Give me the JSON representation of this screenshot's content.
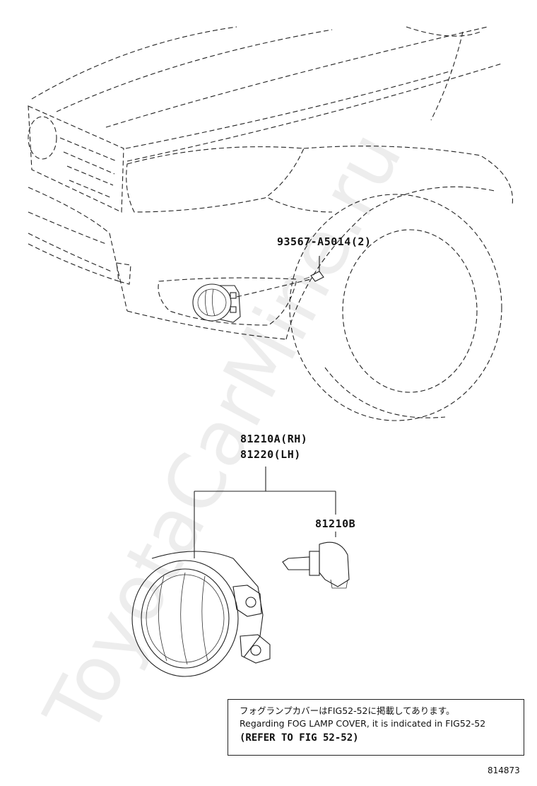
{
  "parts": {
    "bolt": "93567-A5014(2)",
    "fog_lamp_rh": "81210A(RH)",
    "fog_lamp_lh": "81220(LH)",
    "bulb": "81210B"
  },
  "note": {
    "line_jp": "フォグランプカバーはFIG52-52に掲載してあります。",
    "line_en": "Regarding FOG LAMP COVER, it is indicated in FIG52-52",
    "line_ref": "(REFER TO FIG 52-52)"
  },
  "watermark": "ToyotaCarMine.ru",
  "figure_number": "814873"
}
